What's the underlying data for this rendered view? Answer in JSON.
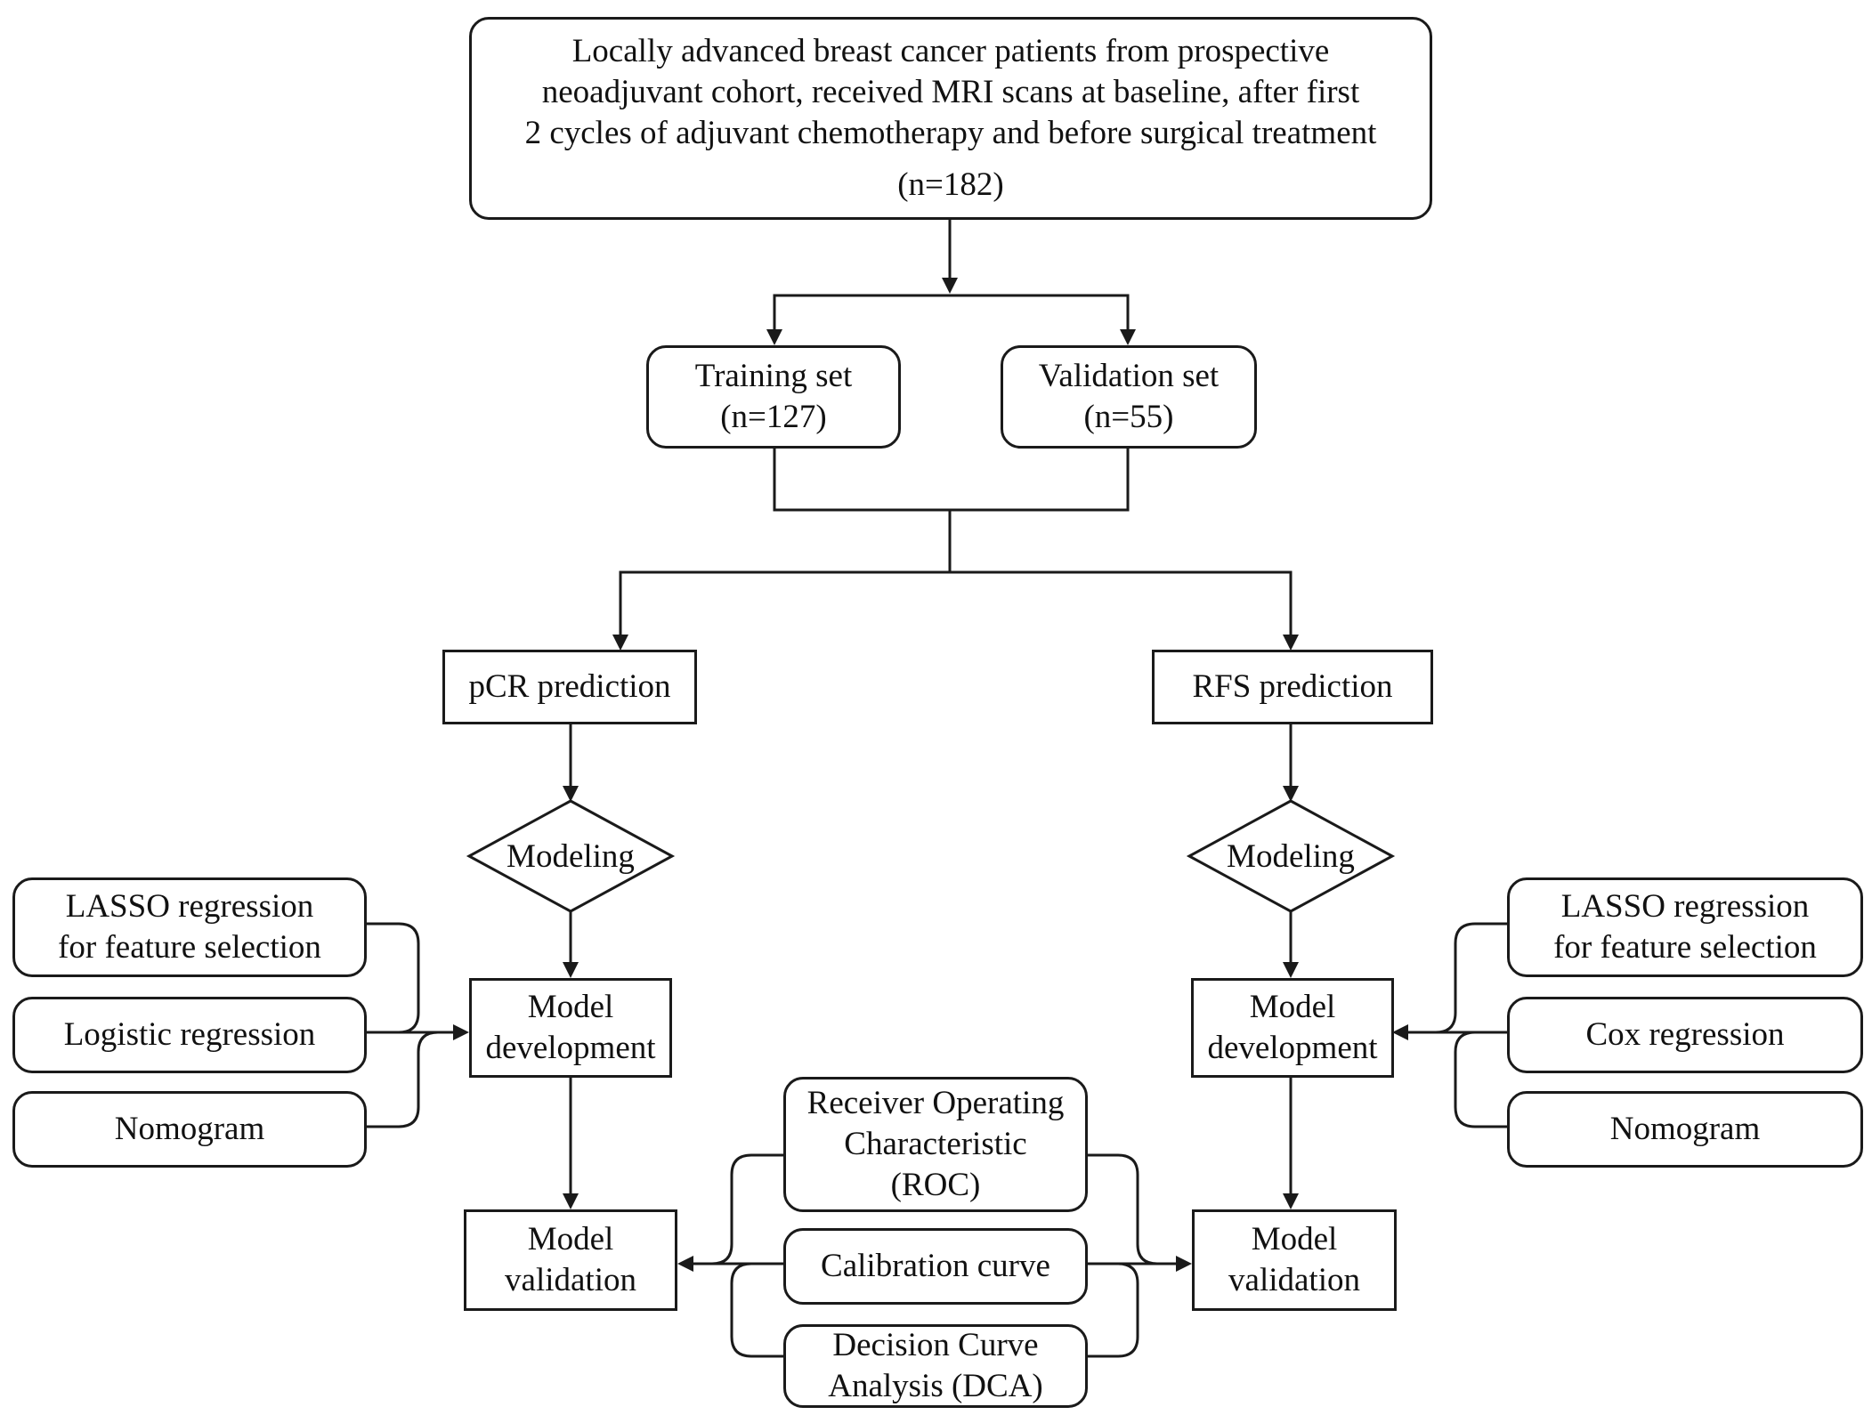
{
  "cohort": {
    "lines": [
      "Locally advanced breast cancer patients from prospective",
      "neoadjuvant cohort, received MRI scans at baseline, after first",
      "2 cycles of adjuvant chemotherapy and before surgical treatment"
    ],
    "n": "(n=182)"
  },
  "training": {
    "label": "Training set",
    "n": "(n=127)"
  },
  "validation": {
    "label": "Validation set",
    "n": "(n=55)"
  },
  "pcr": {
    "prediction": "pCR prediction",
    "modeling": "Modeling",
    "development": [
      "Model",
      "development"
    ],
    "validation": [
      "Model",
      "validation"
    ],
    "methods": {
      "lasso": [
        "LASSO regression",
        "for feature selection"
      ],
      "regression": "Logistic regression",
      "nomogram": "Nomogram"
    }
  },
  "rfs": {
    "prediction": "RFS prediction",
    "modeling": "Modeling",
    "development": [
      "Model",
      "development"
    ],
    "validation": [
      "Model",
      "validation"
    ],
    "methods": {
      "lasso": [
        "LASSO regression",
        "for feature selection"
      ],
      "regression": "Cox regression",
      "nomogram": "Nomogram"
    }
  },
  "evaluation": {
    "roc": [
      "Receiver Operating",
      "Characteristic",
      "(ROC)"
    ],
    "calibration": "Calibration curve",
    "dca": [
      "Decision Curve",
      "Analysis (DCA)"
    ]
  }
}
